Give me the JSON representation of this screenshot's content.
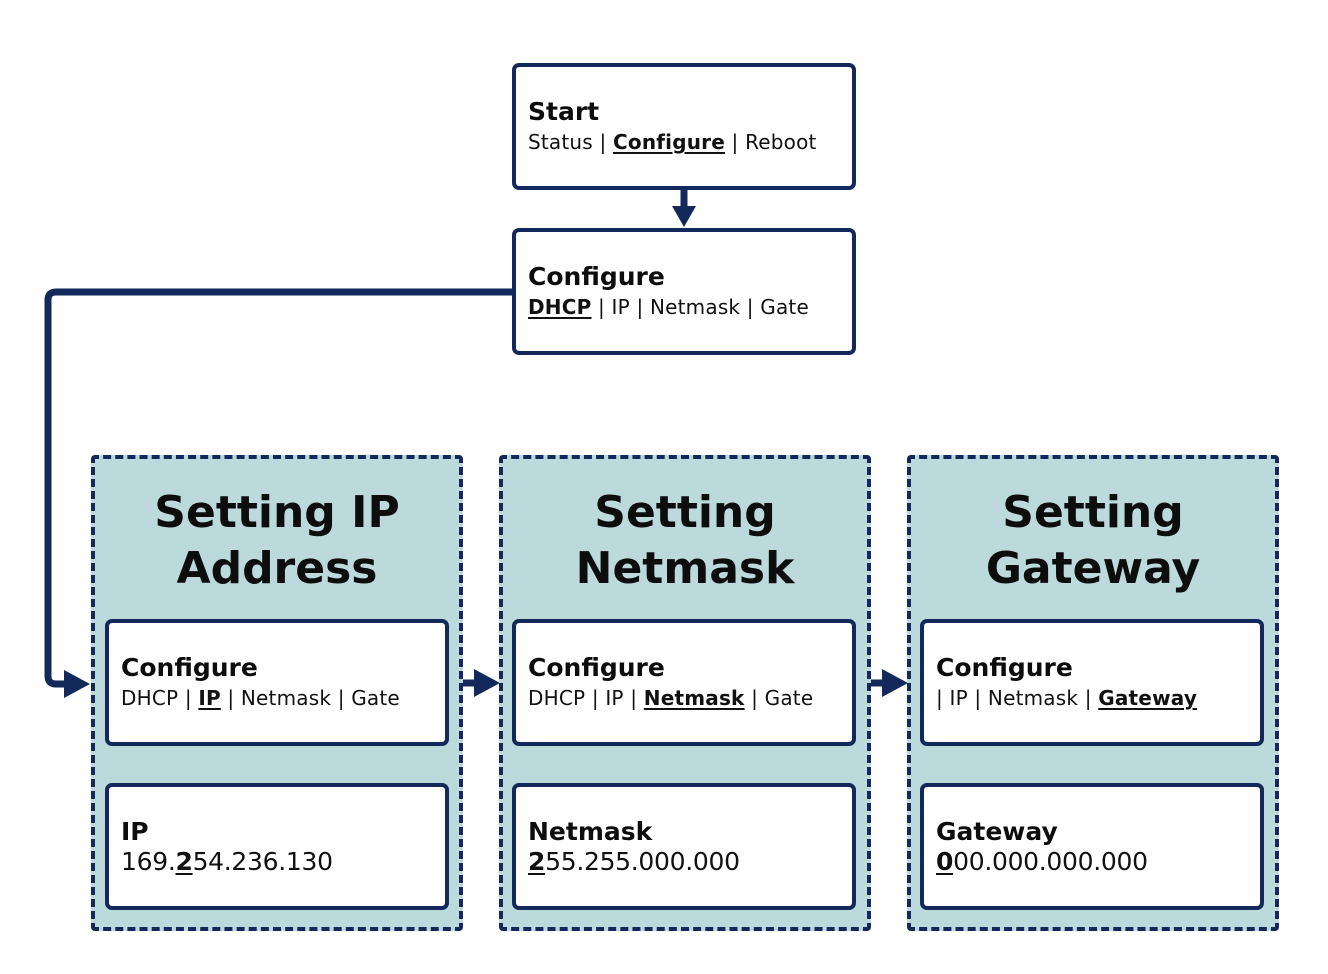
{
  "nodes": {
    "start": {
      "title": "Start",
      "items": [
        "Status",
        "Configure",
        "Reboot"
      ],
      "selected": 1
    },
    "configure_dhcp": {
      "title": "Configure",
      "items": [
        "DHCP",
        "IP",
        "Netmask",
        "Gate"
      ],
      "selected": 0
    },
    "configure_ip": {
      "title": "Configure",
      "items": [
        "DHCP",
        "IP",
        "Netmask",
        "Gate"
      ],
      "selected": 1
    },
    "configure_netmask": {
      "title": "Configure",
      "items": [
        "DHCP",
        "IP",
        "Netmask",
        "Gate"
      ],
      "selected": 2
    },
    "configure_gateway": {
      "title": "Configure",
      "lead": "| ",
      "items": [
        "IP",
        "Netmask",
        "Gateway"
      ],
      "selected": 2
    },
    "ip_value": {
      "title": "IP",
      "before": "169.",
      "cursor": "2",
      "after": "54.236.130"
    },
    "netmask_value": {
      "title": "Netmask",
      "before": "",
      "cursor": "2",
      "after": "55.255.000.000"
    },
    "gateway_value": {
      "title": "Gateway",
      "before": "",
      "cursor": "0",
      "after": "00.000.000.000"
    }
  },
  "groups": {
    "ip": {
      "title_line1": "Setting IP",
      "title_line2": "Address"
    },
    "netmask": {
      "title_line1": "Setting",
      "title_line2": "Netmask"
    },
    "gateway": {
      "title_line1": "Setting",
      "title_line2": "Gateway"
    }
  },
  "colors": {
    "navy": "#13295c",
    "group_fill": "#bcdadb"
  }
}
